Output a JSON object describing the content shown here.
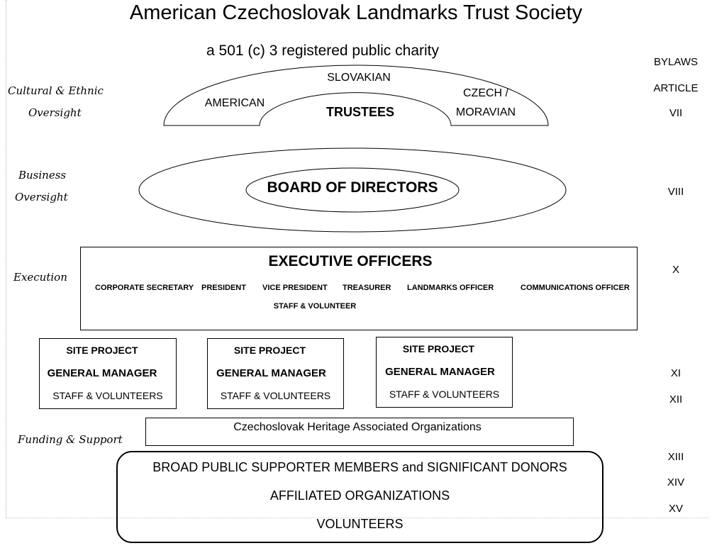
{
  "header": {
    "title": "American Czechoslovak Landmarks Trust Society",
    "subtitle": "a 501 (c) 3 registered public charity"
  },
  "bylaws": {
    "heading_line1": "BYLAWS",
    "heading_line2": "ARTICLE",
    "articles": [
      "VII",
      "VIII",
      "X",
      "XI",
      "XII",
      "XIII",
      "XIV",
      "XV"
    ]
  },
  "side_labels": {
    "cultural_line1": "Cultural & Ethnic",
    "cultural_line2": "Oversight",
    "business_line1": "Business",
    "business_line2": "Oversight",
    "execution": "Execution",
    "funding": "Funding & Support"
  },
  "trustees": {
    "left": "AMERICAN",
    "top": "SLOVAKIAN",
    "right_line1": "CZECH /",
    "right_line2": "MORAVIAN",
    "center": "TRUSTEES"
  },
  "board": {
    "label": "BOARD OF DIRECTORS"
  },
  "executive": {
    "title": "EXECUTIVE  OFFICERS",
    "roles": [
      "CORPORATE SECRETARY",
      "PRESIDENT",
      "VICE PRESIDENT",
      "TREASURER",
      "LANDMARKS OFFICER",
      "COMMUNICATIONS OFFICER"
    ],
    "staff": "STAFF & VOLUNTEER"
  },
  "sites": [
    {
      "line1": "SITE PROJECT",
      "line2": "GENERAL MANAGER",
      "line3": "STAFF & VOLUNTEERS"
    },
    {
      "line1": "SITE PROJECT",
      "line2": "GENERAL MANAGER",
      "line3": "STAFF & VOLUNTEERS"
    },
    {
      "line1": "SITE PROJECT",
      "line2": "GENERAL MANAGER",
      "line3": "STAFF & VOLUNTEERS"
    }
  ],
  "heritage": {
    "label": "Czechoslovak Heritage Associated Organizations"
  },
  "supporters": {
    "line1": "BROAD PUBLIC SUPPORTER MEMBERS and SIGNIFICANT DONORS",
    "line2": "AFFILIATED ORGANIZATIONS",
    "line3": "VOLUNTEERS"
  }
}
